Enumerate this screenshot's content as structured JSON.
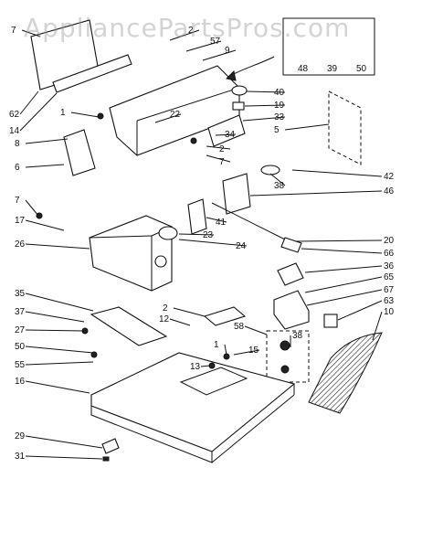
{
  "watermark": "AppliancePartsPros.com",
  "callouts": [
    "7",
    "2",
    "57",
    "9",
    "62",
    "14",
    "1",
    "22",
    "40",
    "19",
    "33",
    "5",
    "8",
    "34",
    "2",
    "7",
    "6",
    "38",
    "42",
    "46",
    "7",
    "17",
    "41",
    "20",
    "23",
    "24",
    "66",
    "26",
    "36",
    "65",
    "67",
    "35",
    "2",
    "12",
    "63",
    "10",
    "37",
    "27",
    "50",
    "58",
    "38",
    "15",
    "55",
    "1",
    "16",
    "13",
    "29",
    "31"
  ],
  "inset_callouts": [
    "48",
    "39",
    "50"
  ]
}
